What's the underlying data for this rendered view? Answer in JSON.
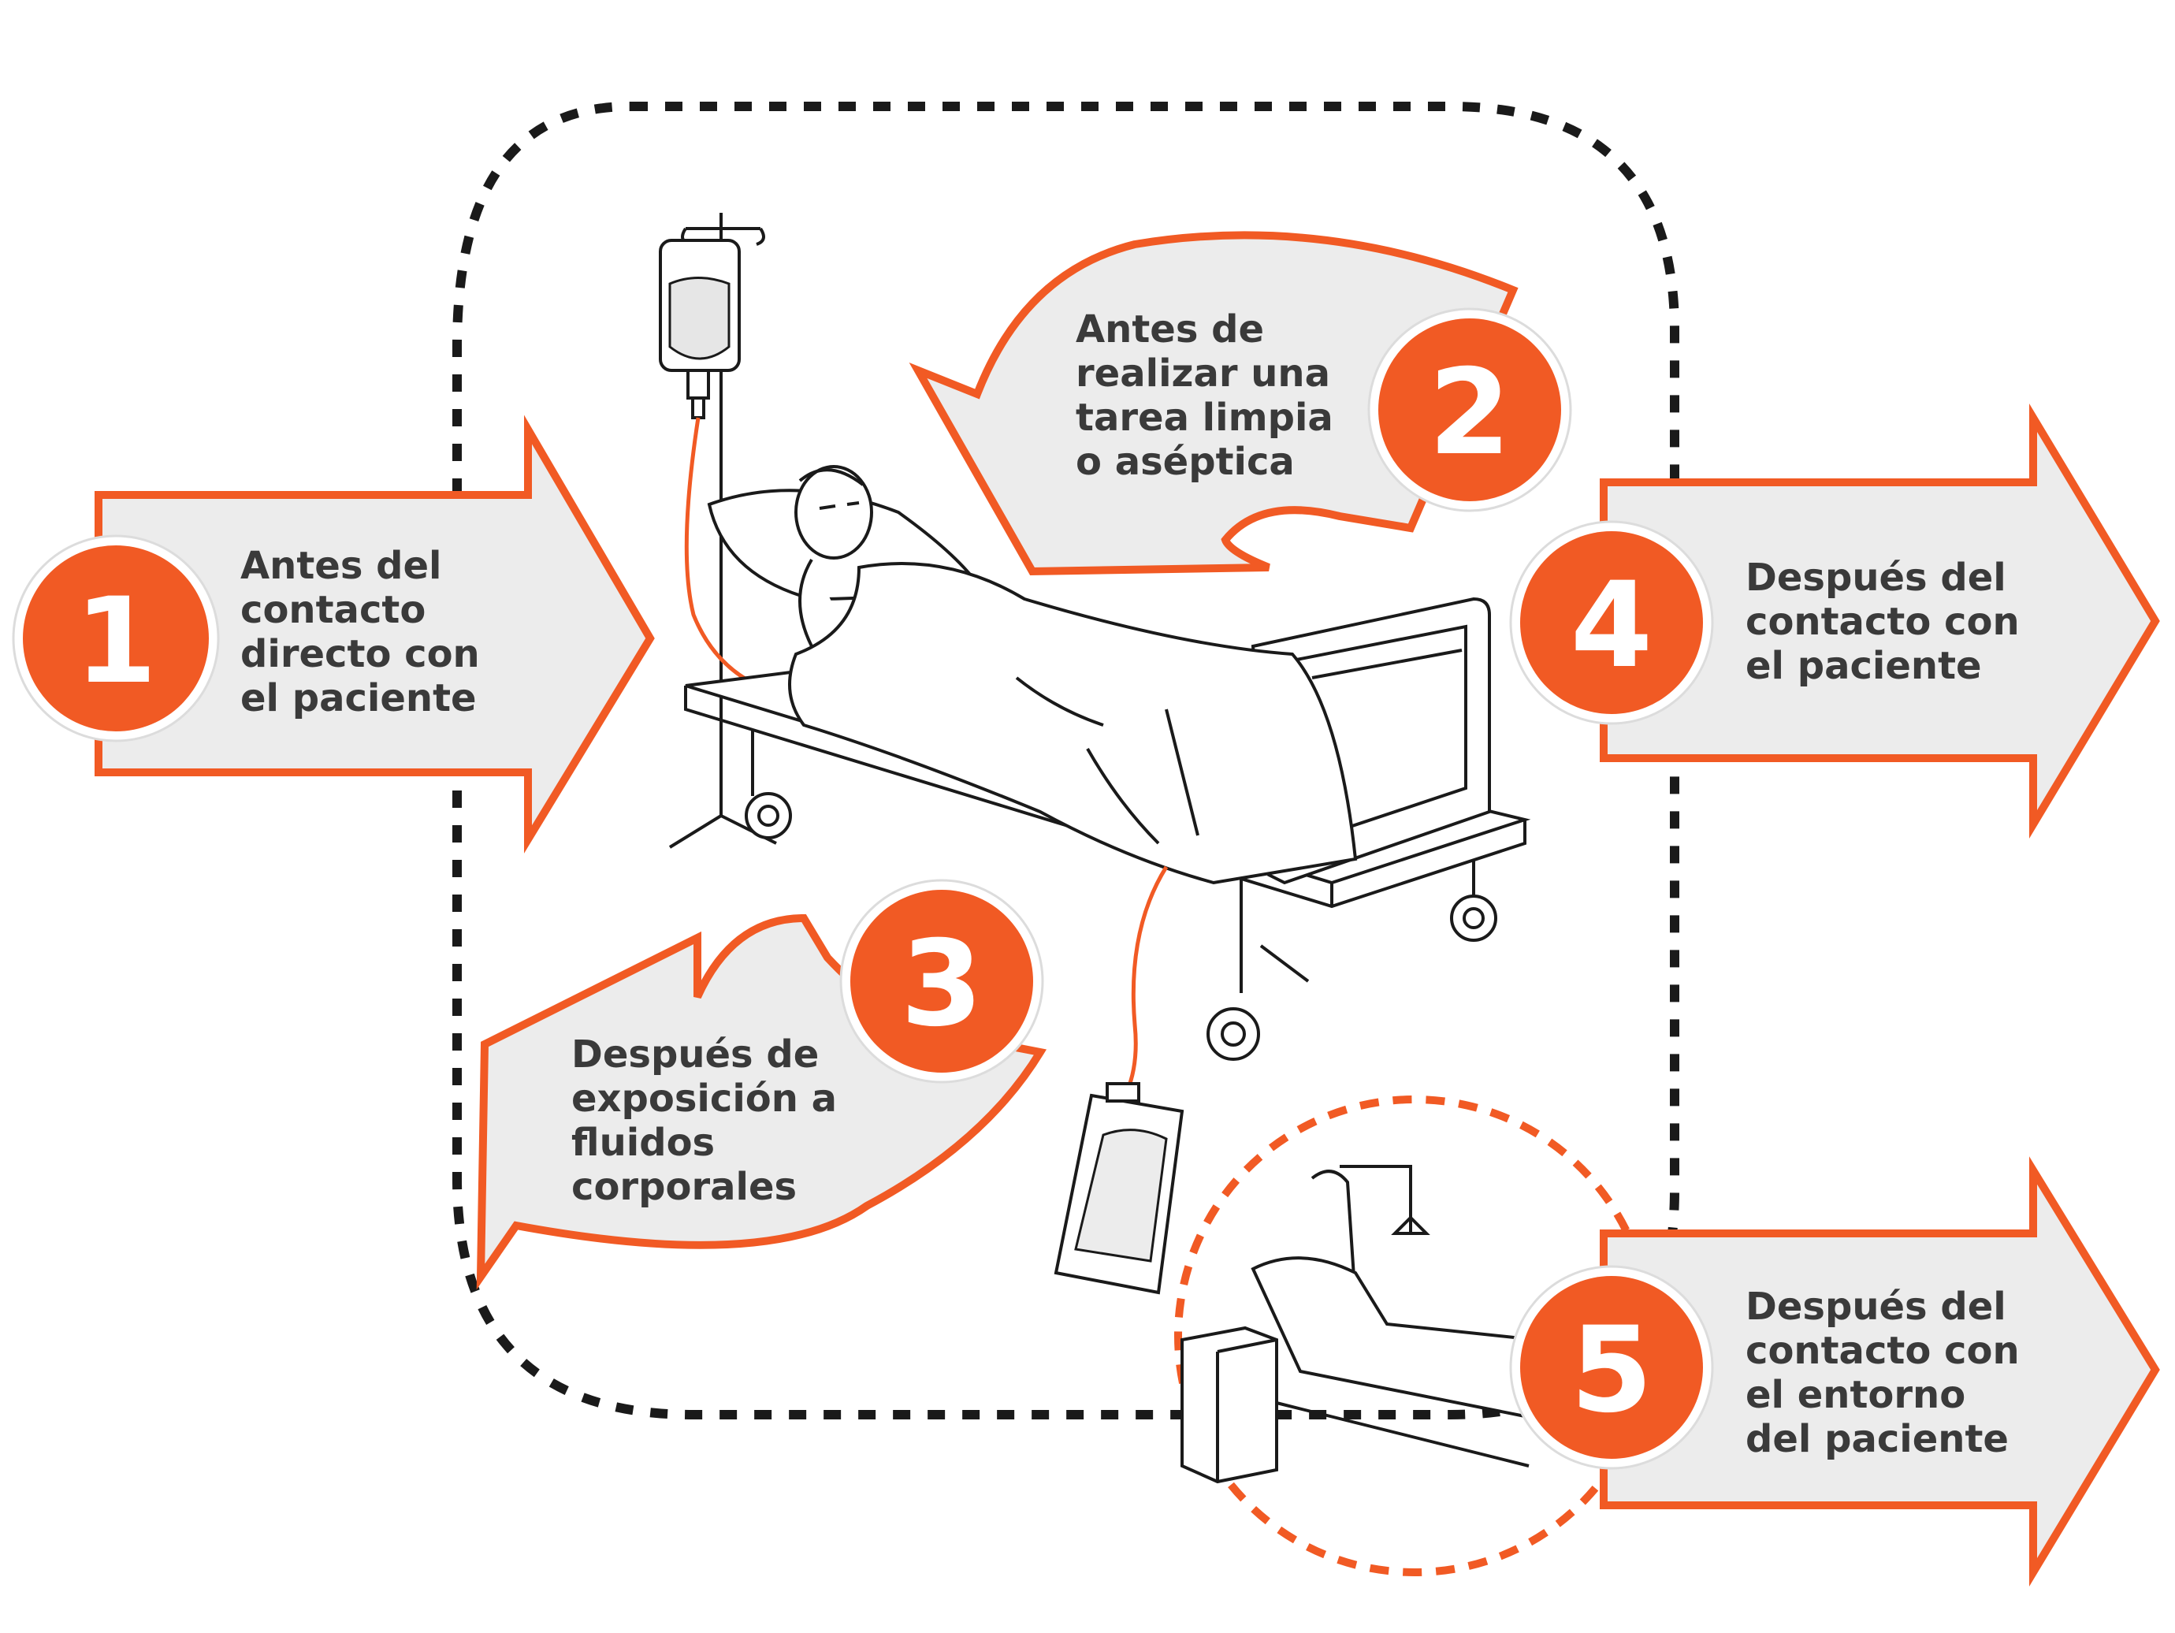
{
  "colors": {
    "accent": "#f15a24",
    "arrow_fill": "#ececec",
    "text": "#3a3a3a",
    "dashed_boundary": "#1a1a1a",
    "badge_number": "#ffffff"
  },
  "moments": [
    {
      "number": "1",
      "lines": [
        "Antes del",
        "contacto",
        "directo con",
        "el paciente"
      ]
    },
    {
      "number": "2",
      "lines": [
        "Antes de",
        "realizar una",
        "tarea limpia",
        "o aséptica"
      ]
    },
    {
      "number": "3",
      "lines": [
        "Después de",
        "exposición a",
        "fluidos",
        "corporales"
      ]
    },
    {
      "number": "4",
      "lines": [
        "Después del",
        "contacto con",
        "el paciente"
      ]
    },
    {
      "number": "5",
      "lines": [
        "Después del",
        "contacto con",
        "el entorno",
        "del paciente"
      ]
    }
  ]
}
